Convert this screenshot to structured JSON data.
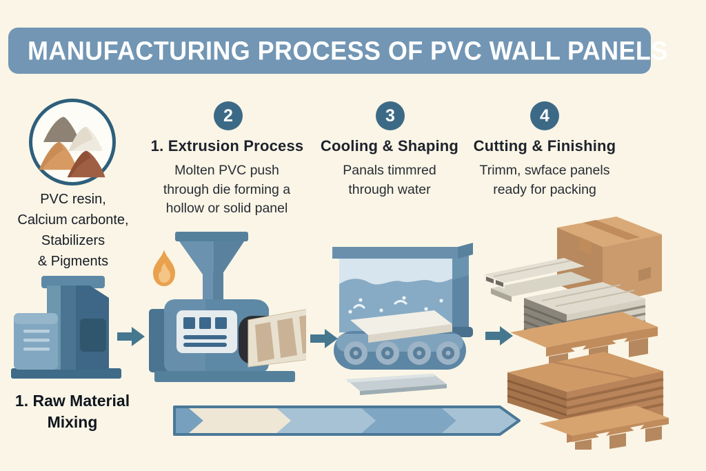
{
  "title": "MANUFACTURING PROCESS OF PVC WALL PANELS",
  "colors": {
    "background": "#faf5e6",
    "banner": "#7296b4",
    "badge": "#3c6a86",
    "arrow": "#45778f",
    "heading_ink": "#1d222c",
    "body_ink": "#272c34",
    "machine_blue": "#5d88a6",
    "flame_orange": "#e9a14e",
    "water_blue": "#87abc5",
    "panel_cream": "#e9e1cf",
    "cardboard_tan": "#cb9b6d",
    "pallet_wood": "#d7a470"
  },
  "materials": {
    "icon": "powder-piles-icon",
    "lines": [
      "PVC resin,",
      "Calcium carbonte,",
      "Stabilizers",
      "& Pigments"
    ],
    "label_lines": [
      "1. Raw Material",
      "Mixing"
    ]
  },
  "steps": [
    {
      "badge": "2",
      "heading": "1. Extrusion Process",
      "desc_lines": [
        "Molten PVC push",
        "through die forming a",
        "hollow or solid panel"
      ]
    },
    {
      "badge": "3",
      "heading": "Cooling & Shaping",
      "desc_lines": [
        "Panals timmred",
        "through water"
      ]
    },
    {
      "badge": "4",
      "heading": "Cutting & Finishing",
      "desc_lines": [
        "Trimm, swface panels",
        "ready for packing"
      ]
    }
  ]
}
